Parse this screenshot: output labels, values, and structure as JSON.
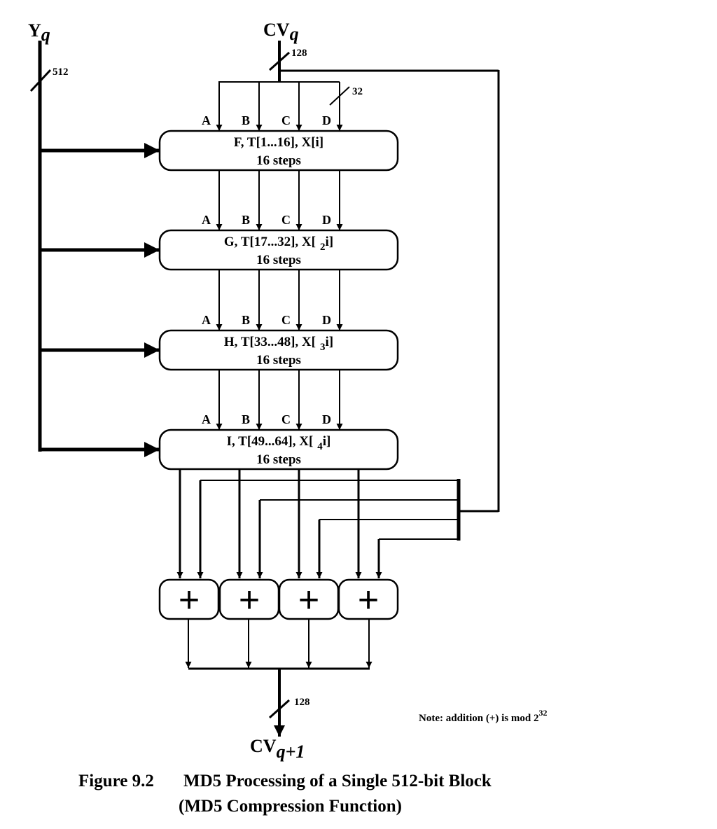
{
  "inputs": {
    "message_block": {
      "base": "Y",
      "sub": "q"
    },
    "chaining_in": {
      "base": "CV",
      "sub": "q"
    },
    "message_width": "512",
    "chaining_width": "128",
    "word_width": "32"
  },
  "word_labels": [
    "A",
    "B",
    "C",
    "D"
  ],
  "rounds": [
    {
      "line1": "F, T[1...16], X[i]",
      "line2": "16 steps"
    },
    {
      "line1": "G, T[17...32], X[",
      "sub": "2",
      "after": "i]",
      "line2": "16 steps"
    },
    {
      "line1": "H, T[33...48], X[",
      "sub": "3",
      "after": "i]",
      "line2": "16 steps"
    },
    {
      "line1": "I, T[49...64], X[",
      "sub": "4",
      "after": "i]",
      "line2": "16 steps"
    }
  ],
  "adders": [
    "+",
    "+",
    "+",
    "+"
  ],
  "output": {
    "base": "CV",
    "sub": "q+1",
    "width": "128"
  },
  "note": {
    "text": "Note:  addition (+) is mod 2",
    "exp": "32"
  },
  "caption": {
    "figure": "Figure 9.2",
    "title": "MD5 Processing of a Single 512-bit Block",
    "subtitle": "(MD5 Compression Function)"
  }
}
